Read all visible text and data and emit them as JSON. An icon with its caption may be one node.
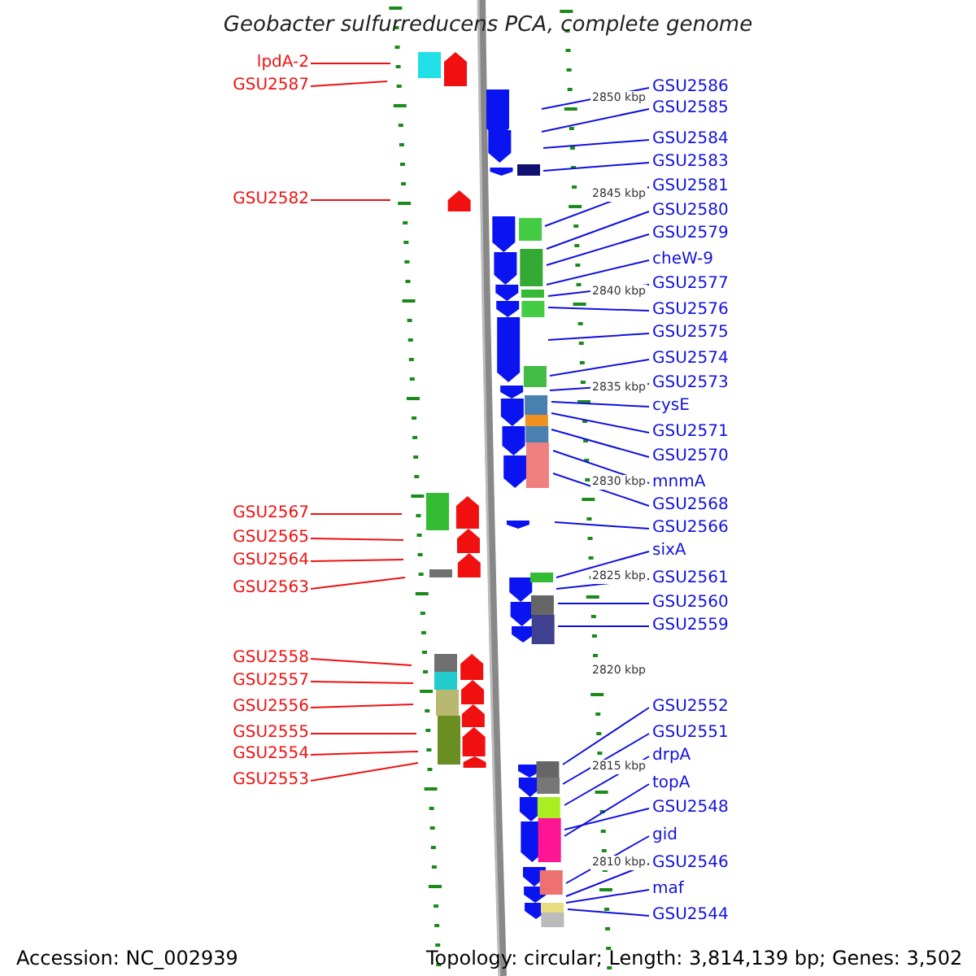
{
  "diagram": {
    "title": "Geobacter sulfurreducens PCA, complete genome",
    "nodes": [
      {
        "text": [
          "lpdA-2"
        ]
      },
      {
        "text": [
          "GSU2587"
        ]
      },
      {
        "text": [
          "GSU2586"
        ]
      },
      {
        "text": [
          "GSU2585"
        ]
      },
      {
        "text": [
          "GSU2584"
        ]
      },
      {
        "text": [
          "GSU2583"
        ]
      },
      {
        "text": [
          "GSU2581"
        ]
      },
      {
        "text": [
          "GSU2582"
        ]
      },
      {
        "text": [
          "GSU2580"
        ]
      },
      {
        "text": [
          "GSU2579"
        ]
      },
      {
        "text": [
          "cheW-9"
        ]
      },
      {
        "text": [
          "GSU2577"
        ]
      },
      {
        "text": [
          "GSU2576"
        ]
      },
      {
        "text": [
          "GSU2575"
        ]
      },
      {
        "text": [
          "GSU2574"
        ]
      },
      {
        "text": [
          "GSU2573"
        ]
      },
      {
        "text": [
          "cysE"
        ]
      },
      {
        "text": [
          "GSU2571"
        ]
      },
      {
        "text": [
          "GSU2570"
        ]
      },
      {
        "text": [
          "mnmA"
        ]
      },
      {
        "text": [
          "GSU2568"
        ]
      },
      {
        "text": [
          "GSU2567"
        ]
      },
      {
        "text": [
          "GSU2566"
        ]
      },
      {
        "text": [
          "GSU2565"
        ]
      },
      {
        "text": [
          "sixA"
        ]
      },
      {
        "text": [
          "GSU2564"
        ]
      },
      {
        "text": [
          "GSU2561"
        ]
      },
      {
        "text": [
          "GSU2563"
        ]
      },
      {
        "text": [
          "GSU2560"
        ]
      },
      {
        "text": [
          "GSU2559"
        ]
      },
      {
        "text": [
          "GSU2558"
        ]
      },
      {
        "text": [
          "GSU2557"
        ]
      },
      {
        "text": [
          "GSU2552"
        ]
      },
      {
        "text": [
          "GSU2556"
        ]
      },
      {
        "text": [
          "GSU2555"
        ]
      },
      {
        "text": [
          "GSU2551"
        ]
      },
      {
        "text": [
          "GSU2554"
        ]
      },
      {
        "text": [
          "drpA"
        ]
      },
      {
        "text": [
          "GSU2553"
        ]
      },
      {
        "text": [
          "topA"
        ]
      },
      {
        "text": [
          "GSU2548"
        ]
      },
      {
        "text": [
          "gid"
        ]
      },
      {
        "text": [
          "GSU2546"
        ]
      },
      {
        "text": [
          "maf"
        ]
      },
      {
        "text": [
          "GSU2544"
        ]
      }
    ],
    "edges": [
      {
        "from": 0,
        "to": null,
        "arrow": "none",
        "color": "#f01010"
      },
      {
        "from": 1,
        "to": null,
        "arrow": "none",
        "color": "#f01010"
      },
      {
        "from": 2,
        "to": null,
        "arrow": "none"
      },
      {
        "from": 3,
        "to": null,
        "arrow": "none"
      },
      {
        "from": 4,
        "to": null,
        "arrow": "none"
      },
      {
        "from": 5,
        "to": null,
        "arrow": "none"
      },
      {
        "from": 6,
        "to": null,
        "arrow": "none"
      },
      {
        "from": 7,
        "to": null,
        "arrow": "none",
        "color": "#f01010"
      },
      {
        "from": 8,
        "to": null,
        "arrow": "none"
      },
      {
        "from": 9,
        "to": null,
        "arrow": "none"
      },
      {
        "from": 10,
        "to": null,
        "arrow": "none"
      },
      {
        "from": 11,
        "to": null,
        "arrow": "none"
      },
      {
        "from": 12,
        "to": null,
        "arrow": "none"
      },
      {
        "from": 13,
        "to": null,
        "arrow": "none"
      },
      {
        "from": 14,
        "to": null,
        "arrow": "none"
      },
      {
        "from": 15,
        "to": null,
        "arrow": "none"
      },
      {
        "from": 16,
        "to": null,
        "arrow": "none"
      },
      {
        "from": 17,
        "to": null,
        "arrow": "none"
      },
      {
        "from": 18,
        "to": null,
        "arrow": "none"
      },
      {
        "from": 19,
        "to": null,
        "arrow": "none"
      },
      {
        "from": 20,
        "to": null,
        "arrow": "none"
      },
      {
        "from": 21,
        "to": null,
        "arrow": "none",
        "color": "#f01010"
      },
      {
        "from": 22,
        "to": null,
        "arrow": "none"
      },
      {
        "from": 23,
        "to": null,
        "arrow": "none",
        "color": "#f01010"
      },
      {
        "from": 24,
        "to": null,
        "arrow": "none"
      },
      {
        "from": 25,
        "to": null,
        "arrow": "none",
        "color": "#f01010"
      },
      {
        "from": 26,
        "to": null,
        "arrow": "none"
      },
      {
        "from": 27,
        "to": null,
        "arrow": "none",
        "color": "#f01010"
      },
      {
        "from": 28,
        "to": null,
        "arrow": "none"
      },
      {
        "from": 29,
        "to": null,
        "arrow": "none"
      },
      {
        "from": 30,
        "to": null,
        "arrow": "none",
        "color": "#f01010"
      },
      {
        "from": 31,
        "to": null,
        "arrow": "none",
        "color": "#f01010"
      },
      {
        "from": 32,
        "to": null,
        "arrow": "none"
      },
      {
        "from": 33,
        "to": null,
        "arrow": "none",
        "color": "#f01010"
      },
      {
        "from": 34,
        "to": null,
        "arrow": "none",
        "color": "#f01010"
      },
      {
        "from": 35,
        "to": null,
        "arrow": "none"
      },
      {
        "from": 36,
        "to": null,
        "arrow": "none",
        "color": "#f01010"
      },
      {
        "from": 37,
        "to": null,
        "arrow": "none"
      },
      {
        "from": 38,
        "to": null,
        "arrow": "none",
        "color": "#f01010"
      },
      {
        "from": 39,
        "to": null,
        "arrow": "none"
      },
      {
        "from": 40,
        "to": null,
        "arrow": "none"
      },
      {
        "from": 41,
        "to": null,
        "arrow": "none"
      },
      {
        "from": 42,
        "to": null,
        "arrow": "none"
      },
      {
        "from": 43,
        "to": null,
        "arrow": "none"
      },
      {
        "from": 44,
        "to": null,
        "arrow": "none"
      }
    ],
    "labels": [
      "2850 kbp",
      "2845 kbp",
      "2840 kbp",
      "2835 kbp",
      "2830 kbp",
      "2825 kbp",
      "2820 kbp",
      "2815 kbp",
      "2810 kbp",
      "Accession: NC_002939",
      "Topology: circular; Length: 3,814,139 bp; Genes: 3,502"
    ]
  }
}
